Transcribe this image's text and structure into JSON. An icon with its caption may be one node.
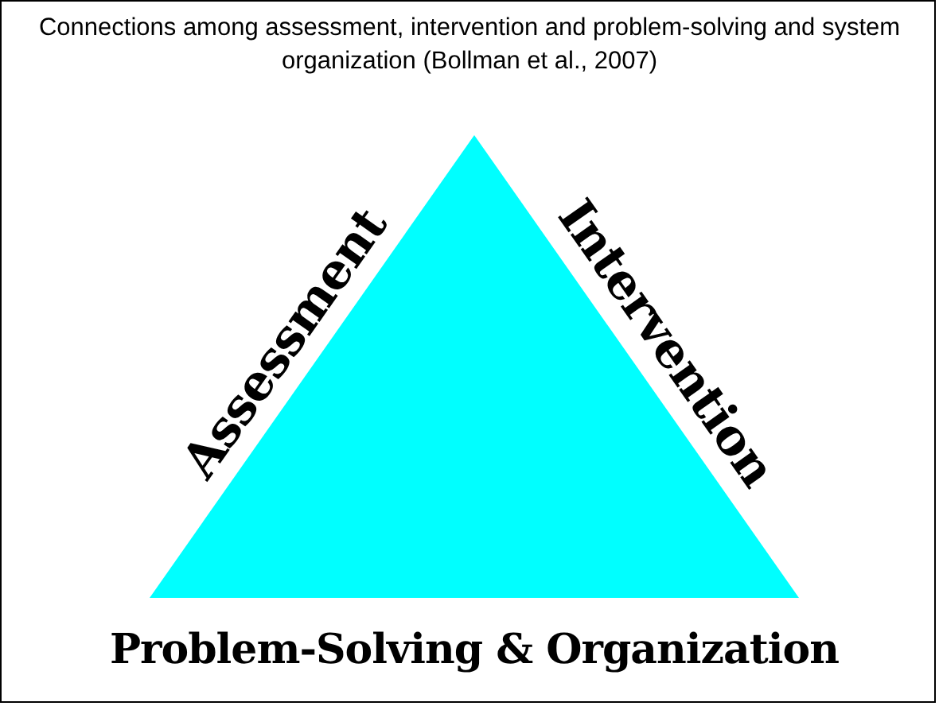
{
  "diagram": {
    "title": "Connections among assessment, intervention and problem-solving and system organization (Bollman et al., 2007)",
    "nodes": [
      {
        "text": [],
        "shape": "triangle",
        "beside": [
          "Assessment",
          "Intervention",
          "Problem-Solving & Organization"
        ]
      }
    ]
  }
}
